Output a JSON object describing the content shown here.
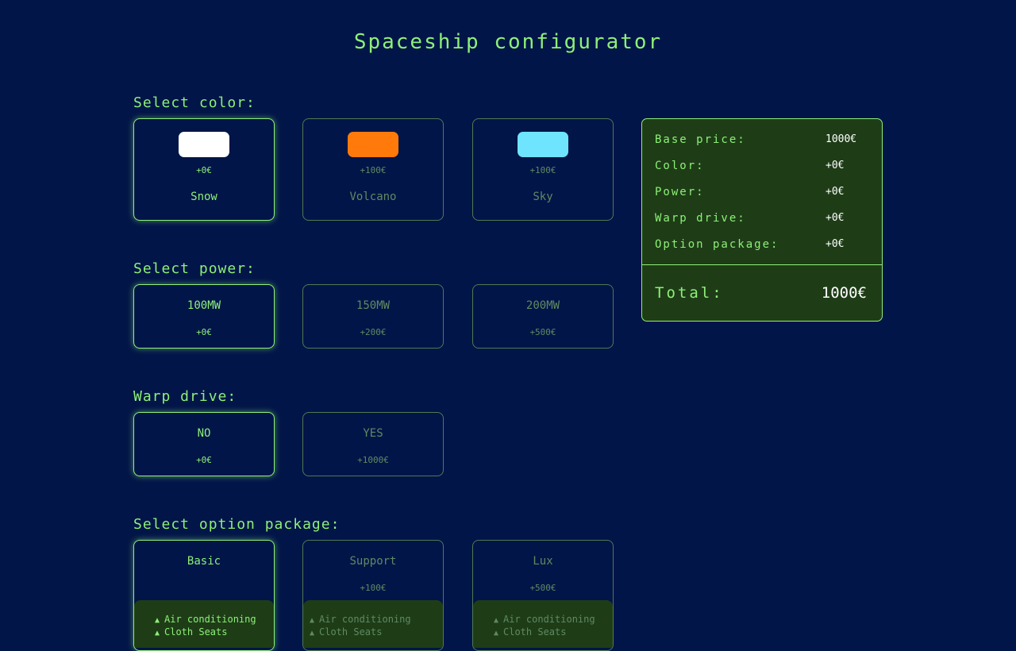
{
  "title": "Spaceship configurator",
  "color_section": {
    "label": "Select color:",
    "options": [
      {
        "name": "Snow",
        "price": "+0€",
        "swatch": "#ffffff",
        "selected": true
      },
      {
        "name": "Volcano",
        "price": "+100€",
        "swatch": "#ff7a0a",
        "selected": false
      },
      {
        "name": "Sky",
        "price": "+100€",
        "swatch": "#6fe4ff",
        "selected": false
      }
    ]
  },
  "power_section": {
    "label": "Select power:",
    "options": [
      {
        "name": "100MW",
        "price": "+0€",
        "selected": true
      },
      {
        "name": "150MW",
        "price": "+200€",
        "selected": false
      },
      {
        "name": "200MW",
        "price": "+500€",
        "selected": false
      }
    ]
  },
  "warp_section": {
    "label": "Warp drive:",
    "options": [
      {
        "name": "NO",
        "price": "+0€",
        "selected": true
      },
      {
        "name": "YES",
        "price": "+1000€",
        "selected": false
      }
    ]
  },
  "package_section": {
    "label": "Select option package:",
    "options": [
      {
        "name": "Basic",
        "price": "",
        "selected": true,
        "features": [
          "Air conditioning",
          "Cloth Seats"
        ]
      },
      {
        "name": "Support",
        "price": "+100€",
        "selected": false,
        "features": [
          "Air conditioning",
          "Cloth Seats"
        ]
      },
      {
        "name": "Lux",
        "price": "+500€",
        "selected": false,
        "features": [
          "Air conditioning",
          "Cloth Seats"
        ]
      }
    ]
  },
  "summary": {
    "rows": [
      {
        "label": "Base price:",
        "value": "1000€"
      },
      {
        "label": "Color:",
        "value": "+0€"
      },
      {
        "label": "Power:",
        "value": "+0€"
      },
      {
        "label": "Warp drive:",
        "value": "+0€"
      },
      {
        "label": "Option package:",
        "value": "+0€"
      }
    ],
    "total_label": "Total:",
    "total_value": "1000€"
  },
  "colors": {
    "background": "#021548",
    "accent": "#8ef078",
    "panel": "#1e3d17"
  },
  "icons": {
    "feature_bullet": "triangle-icon"
  }
}
